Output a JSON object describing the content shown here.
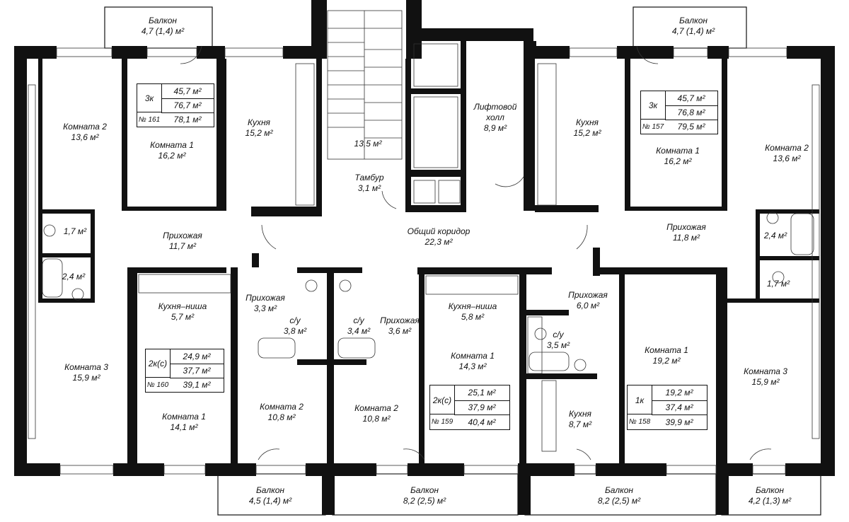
{
  "apartments": [
    {
      "kind": "3к",
      "area_living": "45,7 м²",
      "area_total": "76,7 м²",
      "area_with_balcony": "78,1 м²",
      "number": "№ 161"
    },
    {
      "kind": "3к",
      "area_living": "45,7 м²",
      "area_total": "76,8 м²",
      "area_with_balcony": "79,5 м²",
      "number": "№ 157"
    },
    {
      "kind": "2к(с)",
      "area_living": "24,9 м²",
      "area_total": "37,7 м²",
      "area_with_balcony": "39,1 м²",
      "number": "№ 160"
    },
    {
      "kind": "2к(с)",
      "area_living": "25,1 м²",
      "area_total": "37,9 м²",
      "area_with_balcony": "40,4 м²",
      "number": "№ 159"
    },
    {
      "kind": "1к",
      "area_living": "19,2 м²",
      "area_total": "37,4 м²",
      "area_with_balcony": "39,9 м²",
      "number": "№ 158"
    }
  ],
  "rooms": {
    "balcony_top_left": {
      "name": "Балкон",
      "area": "4,7 (1,4) м²"
    },
    "balcony_top_right": {
      "name": "Балкон",
      "area": "4,7 (1,4) м²"
    },
    "room2_left": {
      "name": "Комната 2",
      "area": "13,6 м²"
    },
    "room1_left": {
      "name": "Комната 1",
      "area": "16,2 м²"
    },
    "kitchen_left": {
      "name": "Кухня",
      "area": "15,2 м²"
    },
    "stair": {
      "name": "",
      "area": "13,5 м²"
    },
    "vestibule": {
      "name": "Тамбур",
      "area": "3,1 м²"
    },
    "lift_hall": {
      "name": "Лифтовой холл",
      "area": "8,9 м²"
    },
    "kitchen_right": {
      "name": "Кухня",
      "area": "15,2 м²"
    },
    "room1_right": {
      "name": "Комната 1",
      "area": "16,2 м²"
    },
    "room2_right": {
      "name": "Комната 2",
      "area": "13,6 м²"
    },
    "wc_left_1": {
      "name": "",
      "area": "1,7 м²"
    },
    "bath_left": {
      "name": "",
      "area": "2,4 м²"
    },
    "hall_left": {
      "name": "Прихожая",
      "area": "11,7 м²"
    },
    "corridor": {
      "name": "Общий коридор",
      "area": "22,3 м²"
    },
    "hall_right": {
      "name": "Прихожая",
      "area": "11,8 м²"
    },
    "bath_right": {
      "name": "",
      "area": "2,4 м²"
    },
    "wc_right": {
      "name": "",
      "area": "1,7 м²"
    },
    "room3_left": {
      "name": "Комната 3",
      "area": "15,9 м²"
    },
    "kitchen_niche_160": {
      "name": "Кухня–ниша",
      "area": "5,7 м²"
    },
    "hall_160": {
      "name": "Прихожая",
      "area": "3,3 м²"
    },
    "su_160": {
      "name": "с/у",
      "area": "3,8 м²"
    },
    "su_159": {
      "name": "с/у",
      "area": "3,4 м²"
    },
    "hall_159": {
      "name": "Прихожая",
      "area": "3,6 м²"
    },
    "kitchen_niche_159": {
      "name": "Кухня–ниша",
      "area": "5,8 м²"
    },
    "hall_158": {
      "name": "Прихожая",
      "area": "6,0 м²"
    },
    "su_158": {
      "name": "с/у",
      "area": "3,5 м²"
    },
    "room1_159": {
      "name": "Комната 1",
      "area": "14,3 м²"
    },
    "room1_158": {
      "name": "Комната 1",
      "area": "19,2 м²"
    },
    "room3_right": {
      "name": "Комната 3",
      "area": "15,9 м²"
    },
    "room1_160": {
      "name": "Комната 1",
      "area": "14,1 м²"
    },
    "room2_160": {
      "name": "Комната 2",
      "area": "10,8 м²"
    },
    "room2_159": {
      "name": "Комната 2",
      "area": "10,8 м²"
    },
    "kitchen_158": {
      "name": "Кухня",
      "area": "8,7 м²"
    },
    "balcony_b1": {
      "name": "Балкон",
      "area": "4,5 (1,4) м²"
    },
    "balcony_b2": {
      "name": "Балкон",
      "area": "8,2 (2,5) м²"
    },
    "balcony_b3": {
      "name": "Балкон",
      "area": "8,2 (2,5) м²"
    },
    "balcony_b4": {
      "name": "Балкон",
      "area": "4,2 (1,3) м²"
    }
  }
}
